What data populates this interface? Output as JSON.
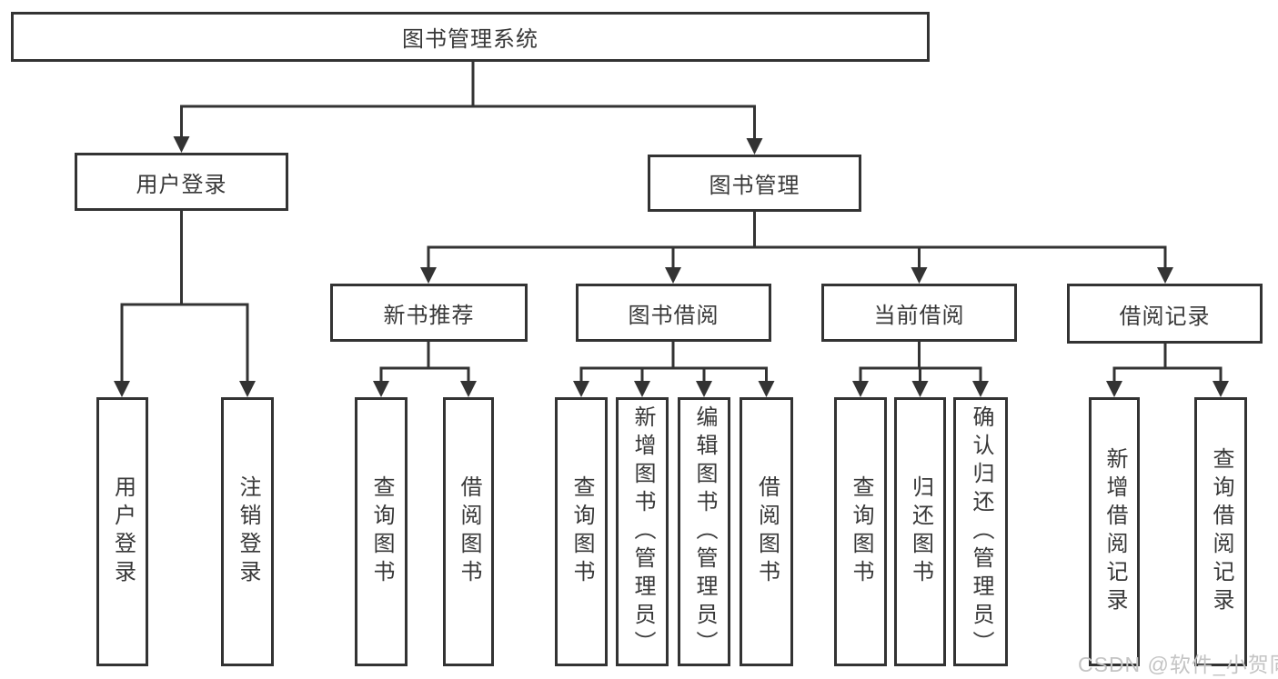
{
  "diagram": {
    "style": {
      "line_color": "#333333",
      "box_border_color": "#333333",
      "text_color": "#383838",
      "background": "#ffffff",
      "watermark_color": "#c4c4c4"
    },
    "tree": {
      "root": {
        "label": "图书管理系统"
      },
      "branches": [
        {
          "label": "用户登录",
          "children": [
            {
              "label": "用户登录"
            },
            {
              "label": "注销登录"
            }
          ]
        },
        {
          "label": "图书管理",
          "children": [
            {
              "label": "新书推荐",
              "children": [
                {
                  "label": "查询图书"
                },
                {
                  "label": "借阅图书"
                }
              ]
            },
            {
              "label": "图书借阅",
              "children": [
                {
                  "label": "查询图书"
                },
                {
                  "label": "新增图书（管理员）"
                },
                {
                  "label": "编辑图书（管理员）"
                },
                {
                  "label": "借阅图书"
                }
              ]
            },
            {
              "label": "当前借阅",
              "children": [
                {
                  "label": "查询图书"
                },
                {
                  "label": "归还图书"
                },
                {
                  "label": "确认归还（管理员）"
                }
              ]
            },
            {
              "label": "借阅记录",
              "children": [
                {
                  "label": "新增借阅记录"
                },
                {
                  "label": "查询借阅记录"
                }
              ]
            }
          ]
        }
      ]
    },
    "watermark": {
      "text": "CSDN @软件_小贺同学"
    }
  }
}
